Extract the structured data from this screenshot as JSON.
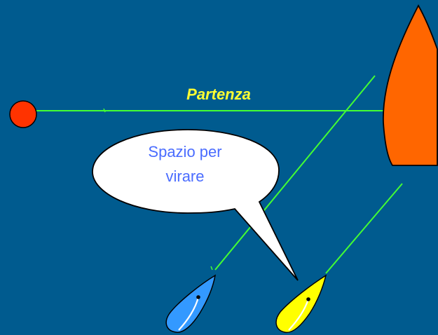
{
  "diagram": {
    "start_label": "Partenza",
    "bubble": {
      "line1": "Spazio per",
      "line2": "virare"
    },
    "colors": {
      "background": "#005b8f",
      "start_line": "#44ff33",
      "buoy": "#ff3300",
      "committee_boat": "#ff6600",
      "blue_boat": "#3399ff",
      "yellow_boat": "#ffff00",
      "course_lines": "#44ff33",
      "bubble_fill": "#ffffff",
      "start_label": "#ffff33",
      "bubble_text": "#4a6cff"
    },
    "icons": {
      "buoy": "pin-buoy-icon",
      "committee_boat": "committee-boat-icon",
      "blue_boat": "blue-sailboat-icon",
      "yellow_boat": "yellow-sailboat-icon"
    }
  }
}
